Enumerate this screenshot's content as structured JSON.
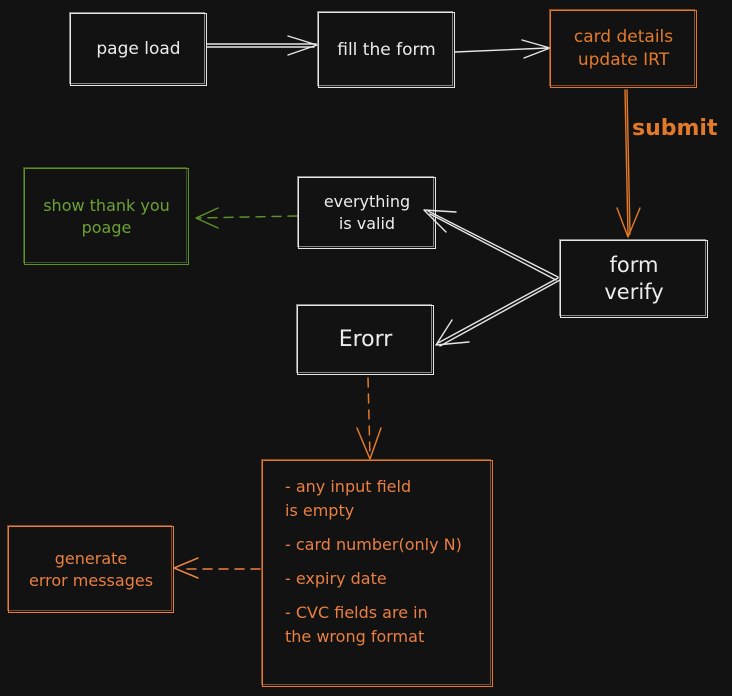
{
  "nodes": {
    "page_load": "page load",
    "fill_form": "fill the form",
    "card_details": "card details\nupdate IRT",
    "form_verify": "form\nverify",
    "everything_valid": "everything\nis valid",
    "show_thank_you": "show thank you\npoage",
    "error": "Erorr",
    "generate_errors": "generate\nerror messages"
  },
  "edge_labels": {
    "submit": "submit"
  },
  "error_conditions": [
    "- any input field\nis empty",
    "- card number(only N)",
    "- expiry date",
    "- CVC fields are in\nthe wrong format"
  ],
  "colors": {
    "background": "#121212",
    "neutral": "#e6e6e6",
    "orange": "#e27a2a",
    "green": "#5d8f2a"
  }
}
